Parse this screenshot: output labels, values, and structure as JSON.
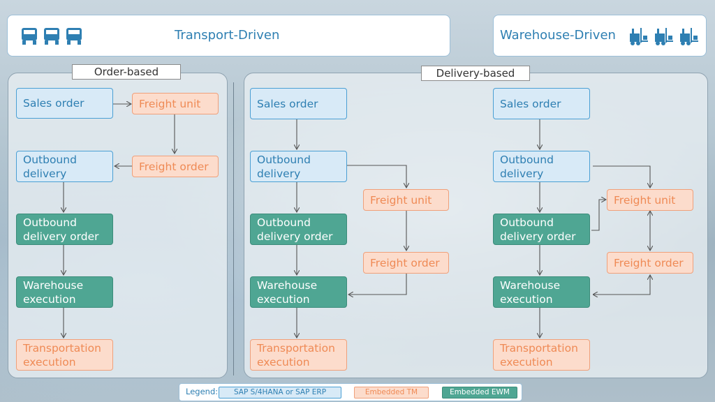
{
  "header": {
    "transport_title": "Transport-Driven",
    "warehouse_title": "Warehouse-Driven",
    "transport_icons": [
      "truck-icon",
      "truck-icon",
      "truck-icon"
    ],
    "warehouse_icons": [
      "forklift-icon",
      "forklift-icon",
      "forklift-icon"
    ]
  },
  "panels": {
    "order_based": "Order-based",
    "delivery_based": "Delivery-based"
  },
  "order_flow": {
    "sales_order": "Sales order",
    "freight_unit": "Freight unit",
    "freight_order": "Freight order",
    "outbound_delivery": "Outbound delivery",
    "outbound_delivery_order": "Outbound delivery order",
    "warehouse_execution": "Warehouse execution",
    "transportation_execution": "Transportation execution"
  },
  "delivery_transport_flow": {
    "sales_order": "Sales order",
    "outbound_delivery": "Outbound delivery",
    "freight_unit": "Freight unit",
    "outbound_delivery_order": "Outbound delivery order",
    "freight_order": "Freight order",
    "warehouse_execution": "Warehouse execution",
    "transportation_execution": "Transportation execution"
  },
  "delivery_warehouse_flow": {
    "sales_order": "Sales order",
    "outbound_delivery": "Outbound delivery",
    "freight_unit": "Freight unit",
    "outbound_delivery_order": "Outbound delivery order",
    "freight_order": "Freight order",
    "warehouse_execution": "Warehouse execution",
    "transportation_execution": "Transportation execution"
  },
  "legend": {
    "label": "Legend:",
    "erp": "SAP S/4HANA or SAP ERP",
    "tm": "Embedded TM",
    "ewm": "Embedded EWM"
  },
  "colors": {
    "erp": "#d8eaf7",
    "tm": "#fcdccc",
    "ewm": "#4fa693",
    "accent": "#2e7fb2"
  }
}
